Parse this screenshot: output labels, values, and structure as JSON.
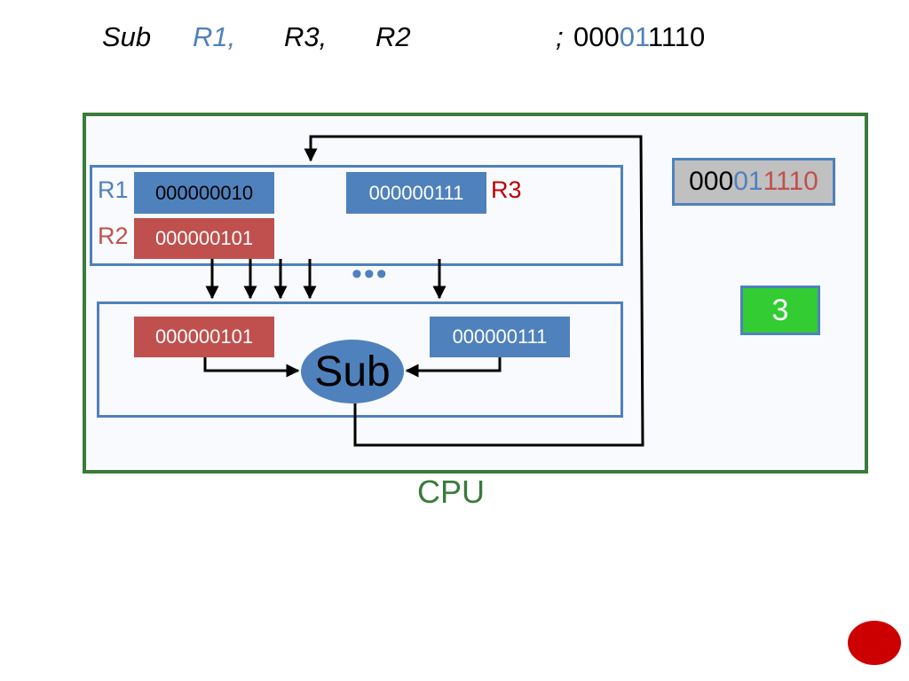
{
  "instruction": {
    "op": "Sub",
    "dest": "R1,",
    "src1": "R3,",
    "src2": "R2",
    "comment_prefix": ";",
    "code_part1": "000",
    "code_part2": "01",
    "code_part3": "1110"
  },
  "cpu": {
    "label": "CPU",
    "registers": {
      "r1": {
        "label": "R1",
        "value": "000000010"
      },
      "r2": {
        "label": "R2",
        "value": "000000101"
      },
      "r3": {
        "label": "R3",
        "value": "000000111"
      }
    },
    "bus_dots": "•••",
    "alu": {
      "operand_left": "000000101",
      "operand_right": "000000111",
      "label": "Sub"
    },
    "instruction_register": {
      "part1": "000",
      "part2": "01",
      "part3": "1110"
    },
    "program_counter": "3"
  },
  "colors": {
    "blue": "#4f81bd",
    "red": "#c0504d",
    "dark_red": "#c00000",
    "green_border": "#3a7a3a",
    "pc_green": "#33cc33",
    "ir_gray": "#c0c0c0"
  }
}
